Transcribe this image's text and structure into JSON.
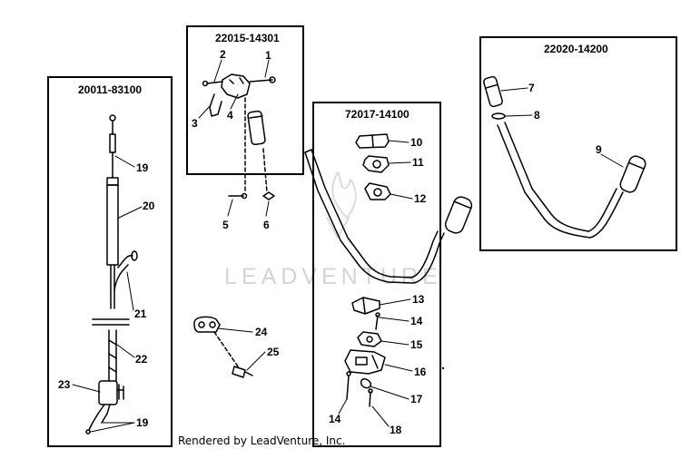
{
  "assemblies": [
    {
      "id": "a1",
      "code": "20011-83100"
    },
    {
      "id": "a2",
      "code": "22015-14301"
    },
    {
      "id": "a3",
      "code": "72017-14100"
    },
    {
      "id": "a4",
      "code": "22020-14200"
    }
  ],
  "callouts": {
    "c1": "1",
    "c2": "2",
    "c3": "3",
    "c4": "4",
    "c5": "5",
    "c6": "6",
    "c7": "7",
    "c8": "8",
    "c9": "9",
    "c10": "10",
    "c11": "11",
    "c12": "12",
    "c13": "13",
    "c14a": "14",
    "c14b": "14",
    "c15": "15",
    "c16": "16",
    "c17": "17",
    "c18": "18",
    "c19a": "19",
    "c19b": "19",
    "c20": "20",
    "c21": "21",
    "c22": "22",
    "c23": "23",
    "c24": "24",
    "c25": "25"
  },
  "watermark": "LEADVENTURE",
  "footer": "Rendered by LeadVenture, Inc."
}
